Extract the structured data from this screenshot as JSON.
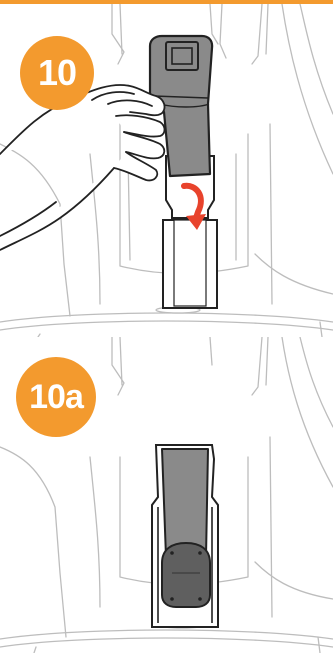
{
  "steps": [
    {
      "label": "10"
    },
    {
      "label": "10a"
    }
  ],
  "colors": {
    "accent": "#f39a2e",
    "buckle_gray": "#8a8a8a",
    "buckle_dark": "#5f5f5f",
    "outline_light": "#bdbdbd",
    "arrow_red": "#e8432c"
  },
  "icons": [
    "hand",
    "seat-belt-buckle",
    "curved-arrow",
    "child-seat-outline"
  ]
}
